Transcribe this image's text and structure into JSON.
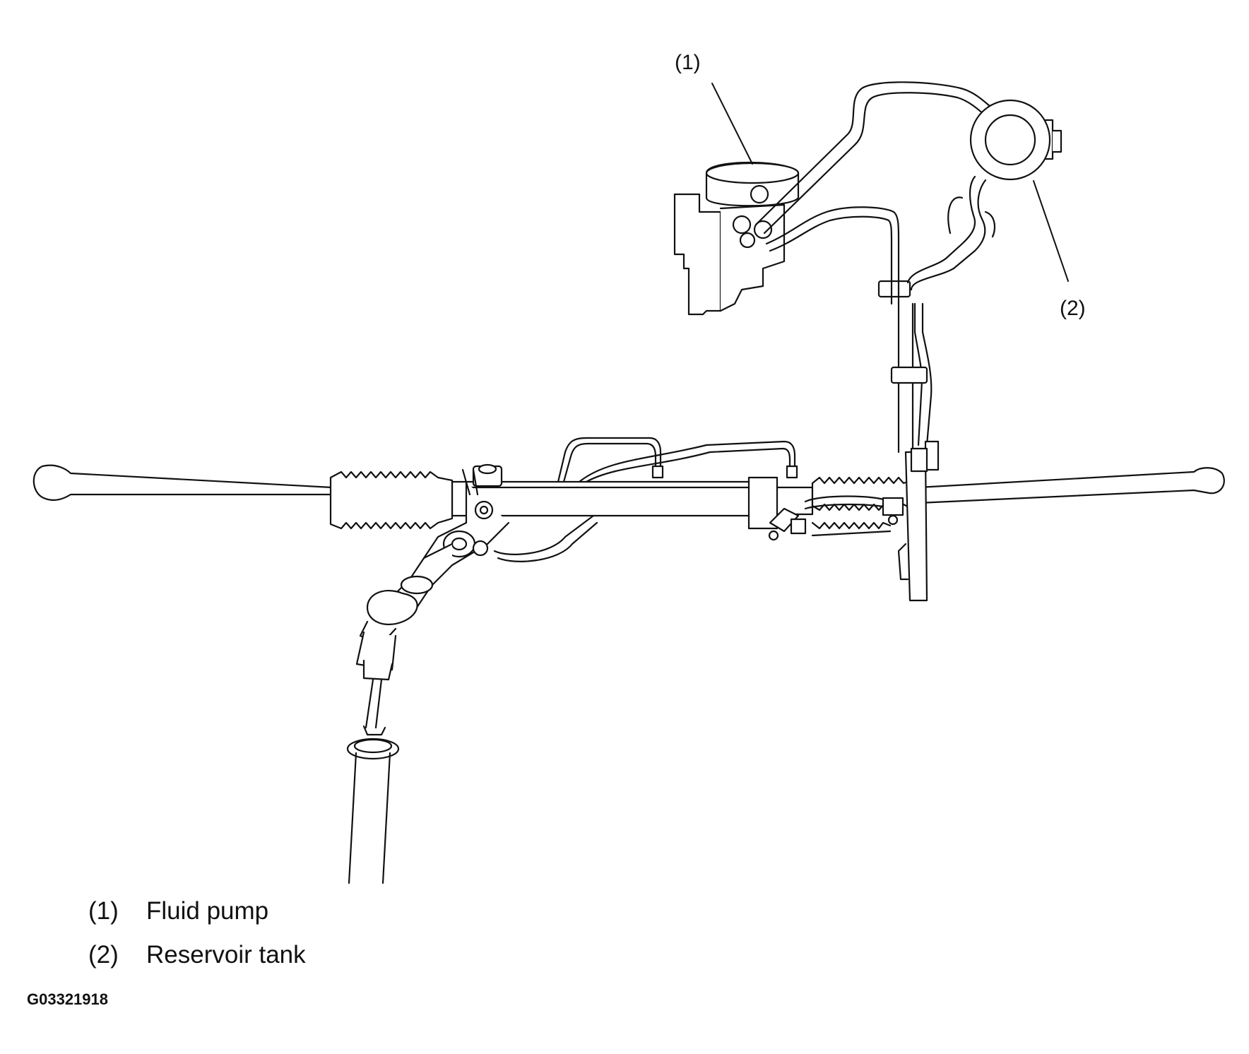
{
  "callouts": [
    {
      "id": "1",
      "label": "(1)"
    },
    {
      "id": "2",
      "label": "(2)"
    }
  ],
  "legend": [
    {
      "number": "(1)",
      "text": "Fluid pump"
    },
    {
      "number": "(2)",
      "text": "Reservoir tank"
    }
  ],
  "figure_id": "G03321918",
  "colors": {
    "line": "#111111",
    "background": "#ffffff"
  }
}
